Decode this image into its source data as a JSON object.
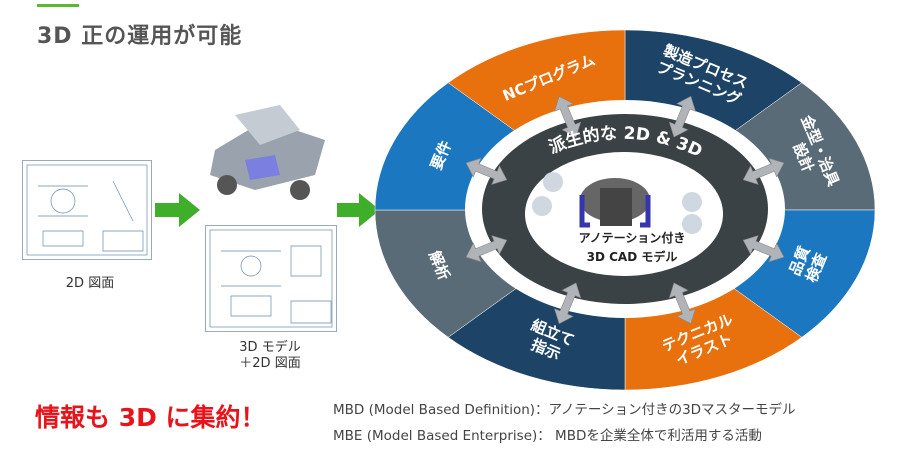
{
  "header": {
    "title": "3D 正の運用が可能"
  },
  "left": {
    "caption_2d": "2D 図面",
    "caption_3d_line1": "3D モデル",
    "caption_3d_line2": "＋2D 図面"
  },
  "diagram": {
    "center_title": "派生的な 2D & 3D",
    "center_label_line1": "アノテーション付き",
    "center_label_line2": "3D CAD モデル",
    "segments": [
      {
        "label1": "製造プロセス",
        "label2": "プランニング",
        "color": "#1d4466"
      },
      {
        "label1": "金型・治具",
        "label2": "設計",
        "color": "#5a6b78"
      },
      {
        "label1": "品質",
        "label2": "検査",
        "color": "#1b78c0"
      },
      {
        "label1": "テクニカル",
        "label2": "イラスト",
        "color": "#e8700d"
      },
      {
        "label1": "組立て",
        "label2": "指示",
        "color": "#1d4466"
      },
      {
        "label1": "解析",
        "label2": "",
        "color": "#5a6b78"
      },
      {
        "label1": "要件",
        "label2": "",
        "color": "#1b78c0"
      },
      {
        "label1": "NCプログラム",
        "label2": "",
        "color": "#e8700d"
      }
    ]
  },
  "footer": {
    "slogan": "情報も 3D に集約！",
    "mbd": "MBD (Model Based Definition)：アノテーション付きの3Dマスターモデル",
    "mbe": "MBE (Model Based Enterprise)： MBDを企業全体で利活用する活動"
  }
}
